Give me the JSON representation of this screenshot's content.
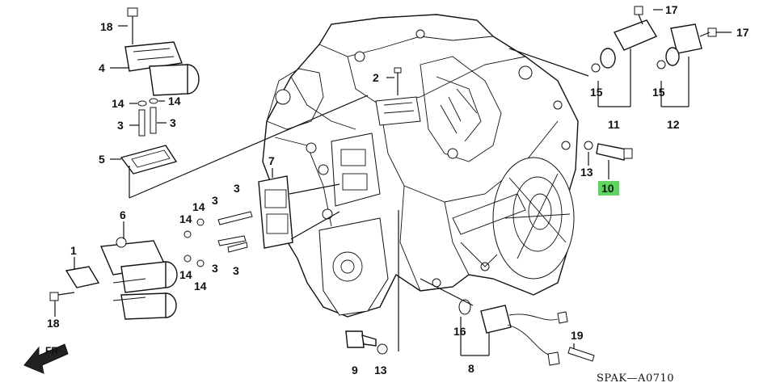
{
  "diagram_code": "SPAK—A0710",
  "direction_label": "FR·",
  "highlight_color": "#5cd65c",
  "callouts": [
    {
      "id": "c18a",
      "text": "18"
    },
    {
      "id": "c4",
      "text": "4"
    },
    {
      "id": "c14a",
      "text": "14"
    },
    {
      "id": "c14b",
      "text": "14"
    },
    {
      "id": "c3a",
      "text": "3"
    },
    {
      "id": "c3b",
      "text": "3"
    },
    {
      "id": "c5",
      "text": "5"
    },
    {
      "id": "c2",
      "text": "2"
    },
    {
      "id": "c7",
      "text": "7"
    },
    {
      "id": "c6",
      "text": "6"
    },
    {
      "id": "c14c",
      "text": "14"
    },
    {
      "id": "c3c",
      "text": "3"
    },
    {
      "id": "c3d",
      "text": "3"
    },
    {
      "id": "c14d",
      "text": "14"
    },
    {
      "id": "c1",
      "text": "1"
    },
    {
      "id": "c14e",
      "text": "14"
    },
    {
      "id": "c3e",
      "text": "3"
    },
    {
      "id": "c3f",
      "text": "3"
    },
    {
      "id": "c14f",
      "text": "14"
    },
    {
      "id": "c18b",
      "text": "18"
    },
    {
      "id": "c17a",
      "text": "17"
    },
    {
      "id": "c17b",
      "text": "17"
    },
    {
      "id": "c15a",
      "text": "15"
    },
    {
      "id": "c15b",
      "text": "15"
    },
    {
      "id": "c11",
      "text": "11"
    },
    {
      "id": "c12",
      "text": "12"
    },
    {
      "id": "c13a",
      "text": "13"
    },
    {
      "id": "c10",
      "text": "10"
    },
    {
      "id": "c16",
      "text": "16"
    },
    {
      "id": "c19",
      "text": "19"
    },
    {
      "id": "c9",
      "text": "9"
    },
    {
      "id": "c13b",
      "text": "13"
    },
    {
      "id": "c8",
      "text": "8"
    }
  ]
}
